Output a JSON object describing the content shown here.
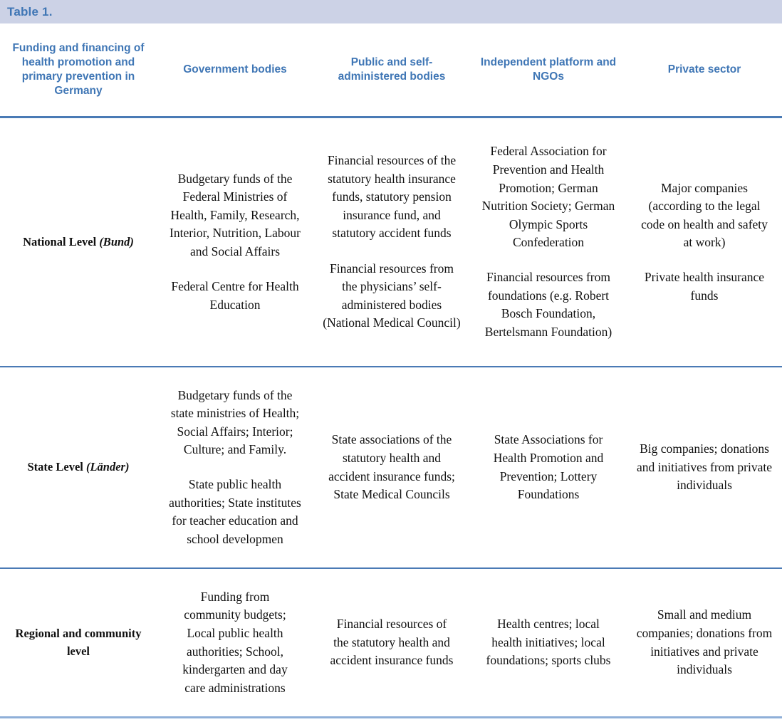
{
  "title_bar": {
    "label": "Table 1."
  },
  "accent_colors": {
    "title_bar_bg": "#ccd2e6",
    "header_text": "#3f76b5",
    "rule_primary": "#4a7ab5",
    "rule_bottom": "#8fafd8",
    "body_text": "#101010"
  },
  "header": {
    "corner": "Funding and financing of health promotion and primary prevention in Germany",
    "columns": [
      "Government bodies",
      "Public and self-administered bodies",
      "Independent platform and NGOs",
      "Private sector"
    ]
  },
  "rows": [
    {
      "level_main": "National Level ",
      "level_em": "(Bund)",
      "government_bodies": [
        "Budgetary funds of the Federal Ministries of Health, Family, Research, Interior, Nutrition, Labour and Social Affairs",
        "Federal Centre for Health Education"
      ],
      "public_self_administered": [
        "Financial resources of the statutory health insurance funds, statutory pension insurance fund, and statutory accident funds",
        "Financial resources from the physicians’ self-administered bodies (National Medical Council)"
      ],
      "independent_ngos": [
        "Federal Association for Prevention and Health Promotion; German Nutrition Society; German Olympic Sports Confederation",
        "Financial resources from foundations (e.g. Robert Bosch Foundation, Bertelsmann Foundation)"
      ],
      "private_sector": [
        "Major companies (according to the legal code on health and safety at work)",
        "Private health insurance funds"
      ]
    },
    {
      "level_main": "State Level ",
      "level_em": "(Länder)",
      "government_bodies": [
        "Budgetary funds of the state ministries of Health; Social Affairs; Interior; Culture; and Family.",
        "State public health authorities; State institutes for teacher education and school developmen"
      ],
      "public_self_administered": [
        "State associations of the statutory health and accident insurance funds; State Medical Councils"
      ],
      "independent_ngos": [
        "State Associations for Health Promotion and Prevention; Lottery Foundations"
      ],
      "private_sector": [
        "Big companies; donations and initiatives from private individuals"
      ]
    },
    {
      "level_main": "Regional and community level",
      "level_em": "",
      "government_bodies": [
        "Funding from community budgets; Local public health authorities; School, kindergarten and day care administrations"
      ],
      "public_self_administered": [
        "Financial resources of the statutory health and accident insurance funds"
      ],
      "independent_ngos": [
        "Health centres; local health initiatives; local foundations; sports clubs"
      ],
      "private_sector": [
        "Small and medium companies; donations from initiatives and private individuals"
      ]
    }
  ]
}
